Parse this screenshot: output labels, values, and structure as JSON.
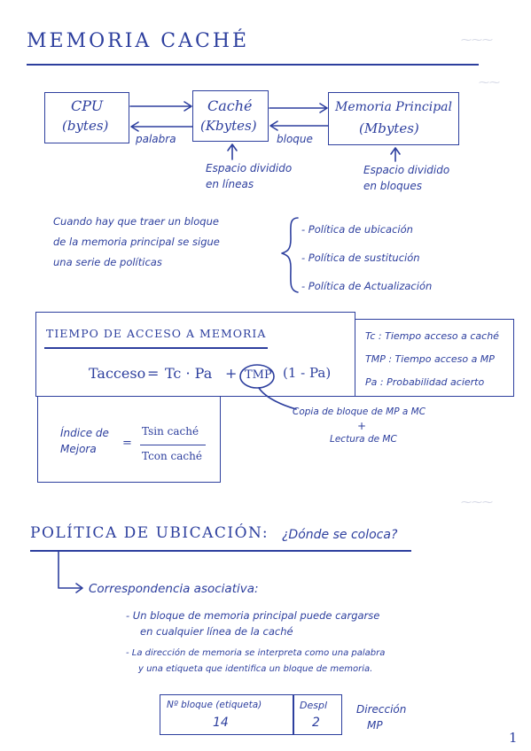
{
  "page": {
    "title": "MEMORIA CACHÉ",
    "number": "1"
  },
  "diagram": {
    "cpu_label": "CPU",
    "cpu_unit": "(bytes)",
    "cache_label": "Caché",
    "cache_unit": "(Kbytes)",
    "mp_label": "Memoria Principal",
    "mp_unit": "(Mbytes)",
    "word_label": "palabra",
    "block_label": "bloque",
    "cache_note_1": "Espacio dividido",
    "cache_note_2": "en líneas",
    "mp_note_1": "Espacio dividido",
    "mp_note_2": "en bloques"
  },
  "policies": {
    "intro_1": "Cuando hay que traer un bloque",
    "intro_2": "de la memoria principal se sigue",
    "intro_3": "una serie de políticas",
    "items": [
      "- Política de ubicación",
      "- Política de sustitución",
      "- Política de Actualización"
    ]
  },
  "access_time": {
    "heading": "TIEMPO DE ACCESO A MEMORIA",
    "t_access": "Tacceso",
    "equals": "=",
    "tc_pa": "Tc · Pa",
    "plus": "+",
    "tmp": "TMP",
    "one_minus_pa": "(1 - Pa)",
    "legend_tc": "Tc : Tiempo acceso a caché",
    "legend_tmp": "TMP : Tiempo acceso a MP",
    "legend_pa": "Pa : Probabilidad acierto",
    "copy_note": "Copia de bloque de MP a MC",
    "plus_note": "+",
    "read_note": "Lectura de MC"
  },
  "improvement": {
    "label_1": "Índice de",
    "label_2": "Mejora",
    "equals": "=",
    "numerator": "Tsin caché",
    "denominator": "Tcon caché"
  },
  "placement": {
    "heading": "POLÍTICA DE UBICACIÓN:",
    "question": "¿Dónde se coloca?",
    "subheading": "Correspondencia asociativa:",
    "bullet_1a": "- Un bloque de memoria principal puede cargarse",
    "bullet_1b": "en cualquier línea de la caché",
    "bullet_2a": "- La dirección de memoria se interpreta como una palabra",
    "bullet_2b": "y una etiqueta que identifica un bloque de memoria.",
    "table_col1_header": "Nº bloque (etiqueta)",
    "table_col1_value": "14",
    "table_col2_header": "Despl",
    "table_col2_value": "2",
    "table_side_1": "Dirección",
    "table_side_2": "MP"
  }
}
